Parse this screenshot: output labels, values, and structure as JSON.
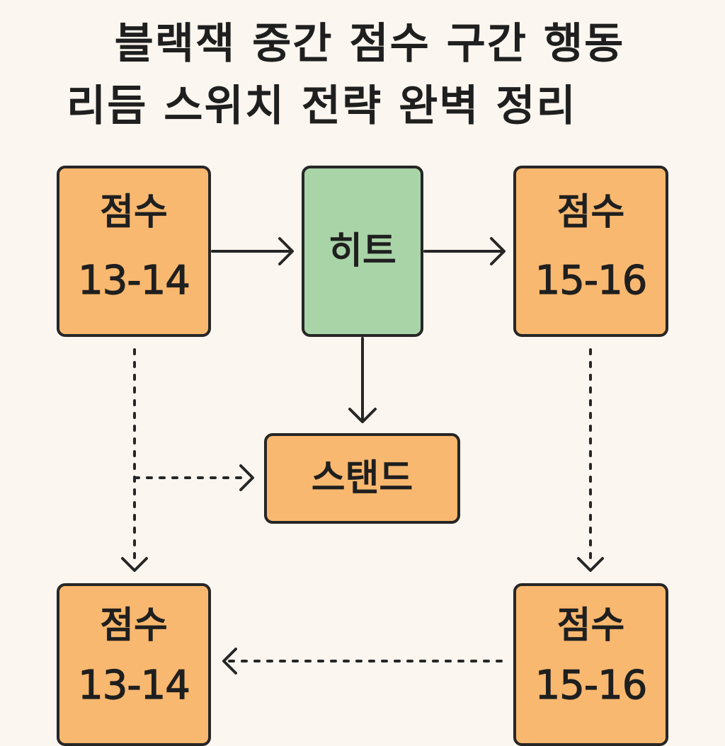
{
  "title": {
    "line1": "블랙잭 중간 점수 구간 행동",
    "line2": "리듬 스위치 전략 완벽 정리"
  },
  "nodes": {
    "top_left": {
      "label": "점수",
      "range": "13-14"
    },
    "hit": {
      "label": "히트"
    },
    "top_right": {
      "label": "점수",
      "range": "15-16"
    },
    "stand": {
      "label": "스탠드"
    },
    "bottom_left": {
      "label": "점수",
      "range": "13-14"
    },
    "bottom_right": {
      "label": "점수",
      "range": "15-16"
    }
  },
  "colors": {
    "background": "#fbf6ef",
    "score_box": "#f9b86f",
    "hit_box": "#a9d4a8",
    "stroke": "#262626"
  },
  "edges": [
    {
      "from": "top_left",
      "to": "hit",
      "style": "solid"
    },
    {
      "from": "hit",
      "to": "top_right",
      "style": "solid"
    },
    {
      "from": "hit",
      "to": "stand",
      "style": "solid"
    },
    {
      "from": "top_left",
      "to": "stand",
      "style": "dotted"
    },
    {
      "from": "top_left",
      "to": "bottom_left",
      "style": "dotted"
    },
    {
      "from": "top_right",
      "to": "bottom_right",
      "style": "dotted"
    },
    {
      "from": "bottom_right",
      "to": "bottom_left",
      "style": "dotted"
    }
  ]
}
